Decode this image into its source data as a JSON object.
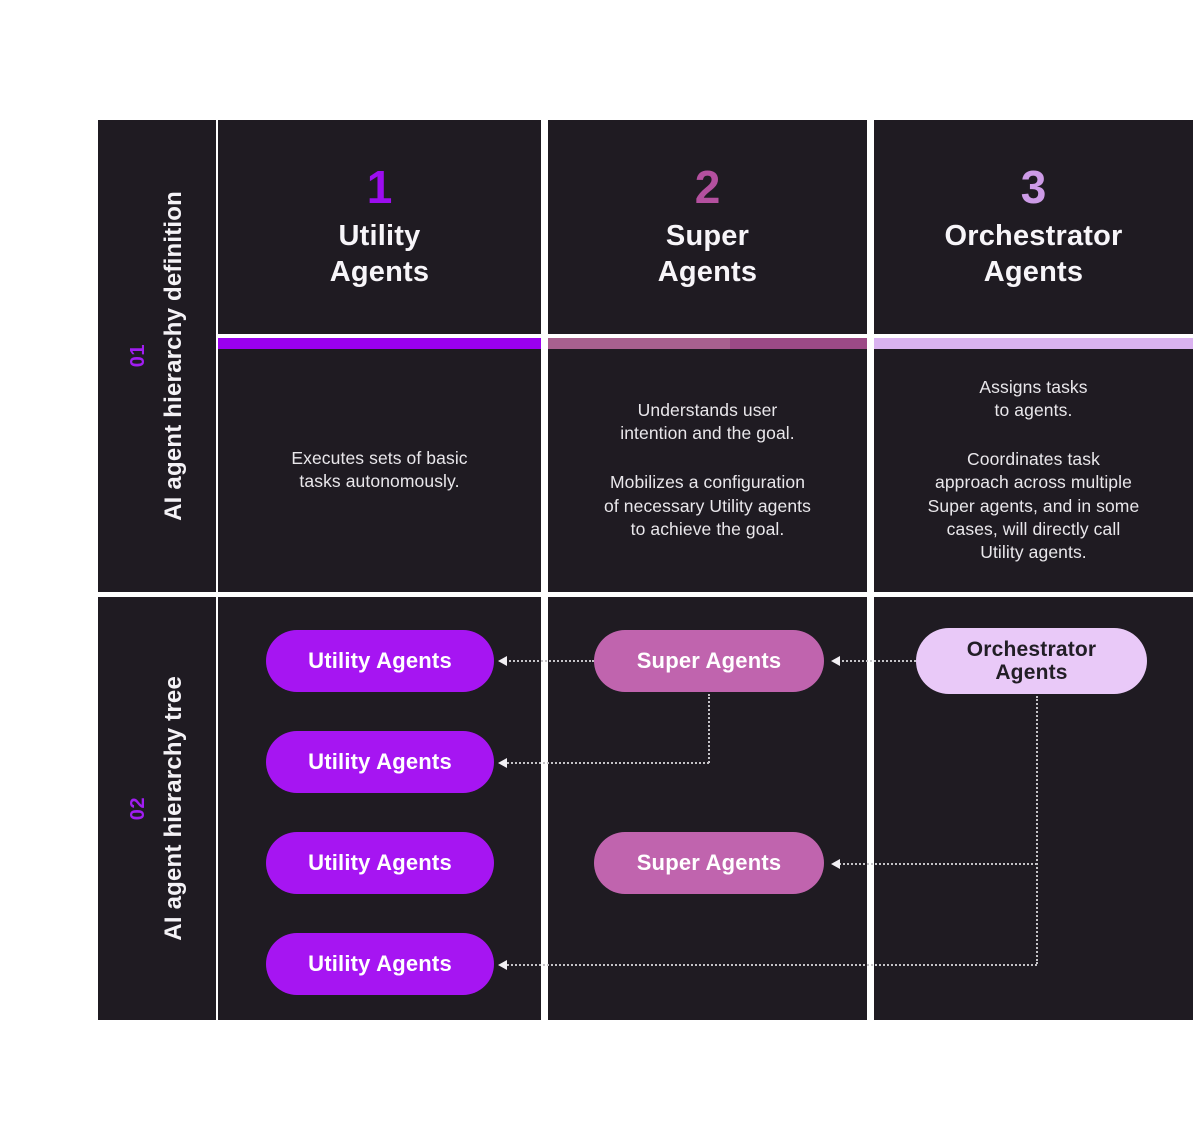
{
  "figure": {
    "background": "#ffffff",
    "panel_color": "#1f1b22"
  },
  "colors": {
    "purple_accent": "#9a00ef",
    "mauve_accent": "#a8608f",
    "mauve_accent_dark": "#9c4a86",
    "lavender_accent": "#dab2f0",
    "utility_pill": "#a615f2",
    "super_pill": "#c064ae",
    "orchestrator_pill": "#e9c9f8",
    "connector_dotted": "#c4c2c6"
  },
  "sidebar1": {
    "number": "01",
    "label": "AI agent hierarchy definition"
  },
  "sidebar2": {
    "number": "02",
    "label": "AI agent hierarchy tree"
  },
  "columns": [
    {
      "number": "1",
      "title": "Utility\nAgents",
      "desc1": "Executes sets of basic\ntasks autonomously."
    },
    {
      "number": "2",
      "title": "Super\nAgents",
      "desc1": "Understands user\nintention and the goal.",
      "desc2": "Mobilizes a configuration\nof necessary Utility agents\nto achieve the goal."
    },
    {
      "number": "3",
      "title": "Orchestrator\nAgents",
      "desc1": "Assigns tasks\nto agents.",
      "desc2": "Coordinates task\napproach across multiple\nSuper agents, and in some\ncases, will directly call\nUtility agents."
    }
  ],
  "tree": {
    "utility_pills": [
      "Utility Agents",
      "Utility Agents",
      "Utility Agents",
      "Utility Agents"
    ],
    "super_pills": [
      "Super Agents",
      "Super Agents"
    ],
    "orchestrator_pill": "Orchestrator\nAgents"
  }
}
